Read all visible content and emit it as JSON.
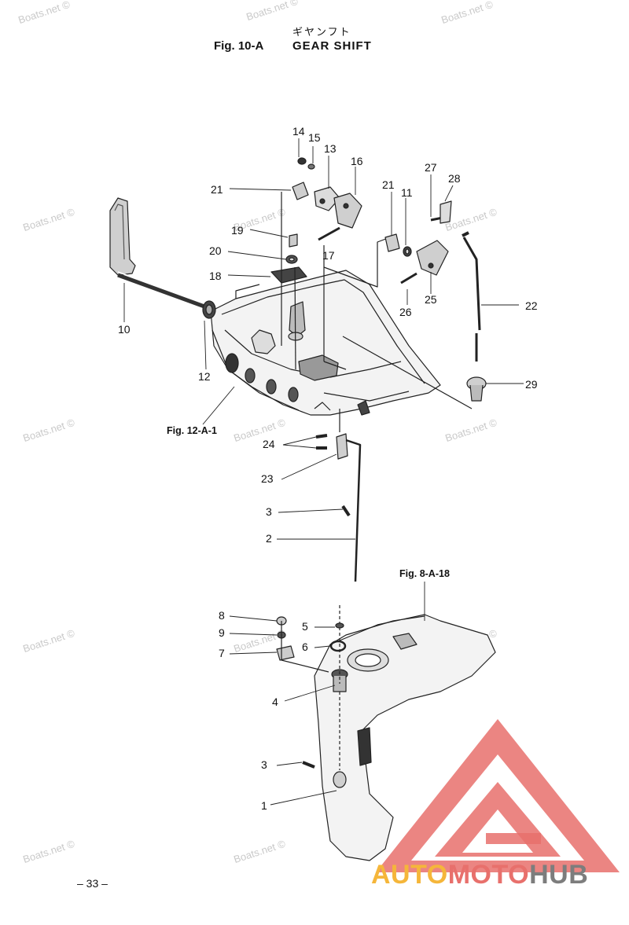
{
  "header": {
    "title_jp": "ギヤンフト",
    "figure": "Fig. 10-A",
    "title": "GEAR SHIFT"
  },
  "page_number": "– 33 –",
  "watermark": "Boats.net ©",
  "references": {
    "cover": "Fig. 12-A-1",
    "housing": "Fig. 8-A-18"
  },
  "callouts": {
    "p1": "1",
    "p2": "2",
    "p3a": "3",
    "p3b": "3",
    "p4": "4",
    "p5": "5",
    "p6": "6",
    "p7": "7",
    "p8": "8",
    "p9": "9",
    "p10": "10",
    "p11": "11",
    "p12": "12",
    "p13": "13",
    "p14": "14",
    "p15": "15",
    "p16": "16",
    "p17": "17",
    "p18": "18",
    "p19": "19",
    "p20": "20",
    "p21a": "21",
    "p21b": "21",
    "p22": "22",
    "p23": "23",
    "p24": "24",
    "p25": "25",
    "p26": "26",
    "p27": "27",
    "p28": "28",
    "p29": "29"
  },
  "logo": {
    "part_a": "AUTO",
    "part_b": "MOTO",
    "part_c": "HUB",
    "colors": {
      "auto": "#f5b63a",
      "moto": "#e8706c",
      "hub": "#7d7d7d"
    }
  }
}
